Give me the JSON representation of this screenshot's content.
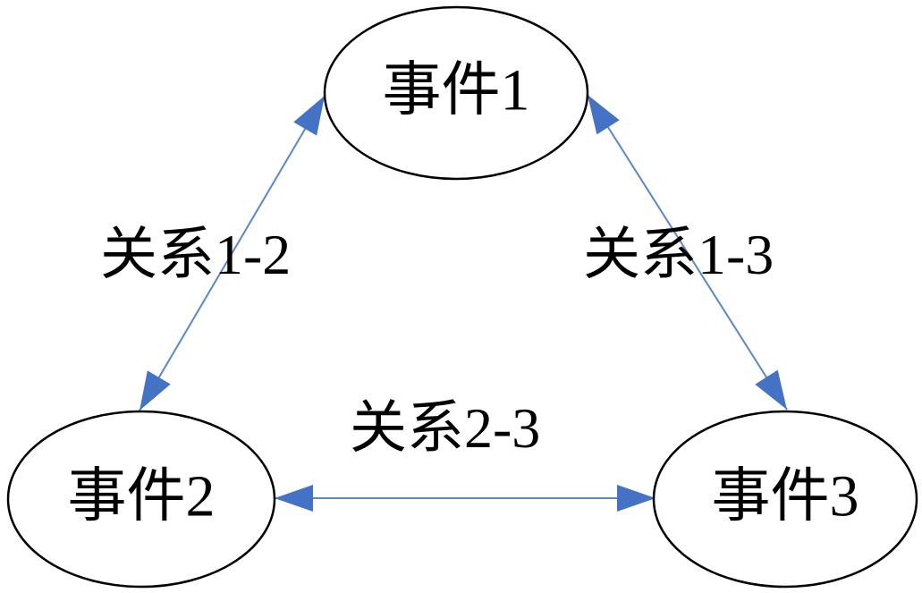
{
  "diagram": {
    "title": "event-relation-triangle",
    "nodes": [
      {
        "id": "event-1",
        "label": "事件1"
      },
      {
        "id": "event-2",
        "label": "事件2"
      },
      {
        "id": "event-3",
        "label": "事件3"
      }
    ],
    "edges": [
      {
        "id": "relation-1-2",
        "label": "关系1-2",
        "from": "事件1",
        "to": "事件2",
        "direction": "bidirectional"
      },
      {
        "id": "relation-1-3",
        "label": "关系1-3",
        "from": "事件1",
        "to": "事件3",
        "direction": "bidirectional"
      },
      {
        "id": "relation-2-3",
        "label": "关系2-3",
        "from": "事件2",
        "to": "事件3",
        "direction": "bidirectional"
      }
    ],
    "colors": {
      "arrow": "#4472C4",
      "arrow_line": "#5b87c8",
      "node_stroke": "#000000",
      "node_fill": "#ffffff",
      "text": "#000000",
      "background": "#ffffff"
    }
  }
}
